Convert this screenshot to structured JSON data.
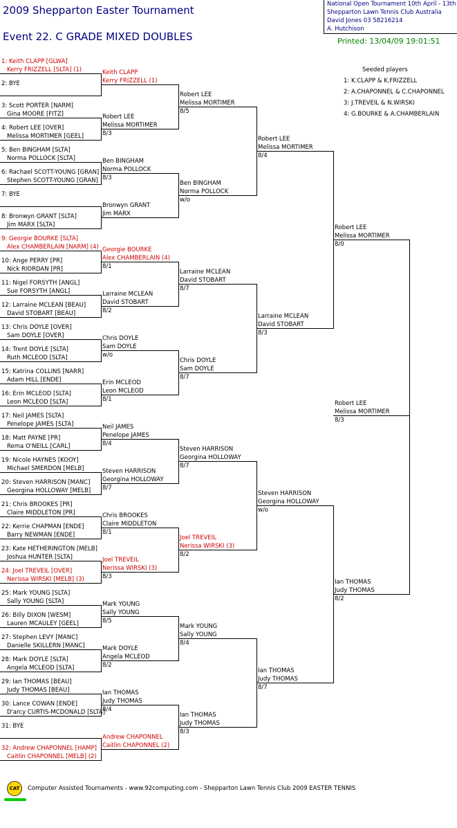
{
  "header": {
    "title": "2009 Shepparton Easter Tournament",
    "event": "Event 22. C GRADE MIXED DOUBLES",
    "info1": "National Open Tournament   10th April - 13th",
    "info2": "Shepparton Lawn Tennis Club    Australia",
    "info3": "David Jones    03 58216214",
    "info4": "A. Hutchison",
    "printed": "Printed: 13/04/09 19:01:51"
  },
  "seeds": {
    "title": "Seeded players",
    "items": [
      "1: K.CLAPP & K.FRIZZELL",
      "2: A.CHAPONNEL & C.CHAPONNEL",
      "3: J.TREVEIL & N.WIRSKI",
      "4: G.BOURKE & A.CHAMBERLAIN"
    ]
  },
  "footer": {
    "logo": "CAT",
    "text": "Computer Assisted Tournaments - www.92computing.com -   Shepparton Lawn Tennis Club         2009 EASTER TENNIS"
  },
  "r1": [
    {
      "a": "1: Keith CLAPP [GLWA]",
      "b": "Kerry FRIZZELL [SLTA] (1)",
      "red": true
    },
    {
      "a": "2: BYE",
      "b": ""
    },
    {
      "a": "3: Scott PORTER [NARM]",
      "b": "Gina MOORE [FITZ]"
    },
    {
      "a": "4: Robert LEE [OVER]",
      "b": "Melissa MORTIMER [GEEL]"
    },
    {
      "a": "5: Ben BINGHAM [SLTA]",
      "b": "Norma POLLOCK [SLTA]"
    },
    {
      "a": "6: Rachael SCOTT-YOUNG [GRAN]",
      "b": "Stephen SCOTT-YOUNG [GRAN]"
    },
    {
      "a": "7: BYE",
      "b": ""
    },
    {
      "a": "8: Bronwyn GRANT [SLTA]",
      "b": "Jim MARX [SLTA]"
    },
    {
      "a": "9: Georgie BOURKE [SLTA]",
      "b": "Alex CHAMBERLAIN [NARM] (4)",
      "red": true
    },
    {
      "a": "10: Ange PERRY [PR]",
      "b": "Nick RIORDAN [PR]"
    },
    {
      "a": "11: Nigel FORSYTH [ANGL]",
      "b": "Sue FORSYTH [ANGL]"
    },
    {
      "a": "12: Larraine MCLEAN [BEAU]",
      "b": "David STOBART [BEAU]"
    },
    {
      "a": "13: Chris DOYLE [OVER]",
      "b": "Sam DOYLE [OVER]"
    },
    {
      "a": "14: Trent DOYLE [SLTA]",
      "b": "Ruth MCLEOD [SLTA]"
    },
    {
      "a": "15: Katrina COLLINS [NARR]",
      "b": "Adam HILL [ENDE]"
    },
    {
      "a": "16: Erin MCLEOD [SLTA]",
      "b": "Leon MCLEOD [SLTA]"
    },
    {
      "a": "17: Neil JAMES [SLTA]",
      "b": "Penelope JAMES [SLTA]"
    },
    {
      "a": "18: Matt PAYNE [PR]",
      "b": "Rema O'NEILL [CARL]"
    },
    {
      "a": "19: Nicole HAYNES [KOOY]",
      "b": "Michael SMERDON [MELB]"
    },
    {
      "a": "20: Steven HARRISON [MANC]",
      "b": "Georgina HOLLOWAY [MELB]"
    },
    {
      "a": "21: Chris BROOKES [PR]",
      "b": "Claire MIDDLETON [PR]"
    },
    {
      "a": "22: Kerrie CHAPMAN [ENDE]",
      "b": "Barry NEWMAN [ENDE]"
    },
    {
      "a": "23: Kate HETHERINGTON [MELB]",
      "b": "Joshua HUNTER [SLTA]"
    },
    {
      "a": "24: Joel TREVEIL [OVER]",
      "b": "Nerissa WIRSKI [MELB] (3)",
      "red": true
    },
    {
      "a": "25: Mark YOUNG [SLTA]",
      "b": "Sally YOUNG [SLTA]"
    },
    {
      "a": "26: Billy DIXON [WESM]",
      "b": "Lauren MCAULEY [GEEL]"
    },
    {
      "a": "27: Stephen LEVY [MANC]",
      "b": "Danielle SKILLERN [MANC]"
    },
    {
      "a": "28: Mark DOYLE [SLTA]",
      "b": "Angela MCLEOD [SLTA]"
    },
    {
      "a": "29: Ian THOMAS [BEAU]",
      "b": "Judy THOMAS [BEAU]"
    },
    {
      "a": "30: Lance COWAN [ENDE]",
      "b": "D'arcy CURTIS-MCDONALD [SLTA]"
    },
    {
      "a": "31: BYE",
      "b": ""
    },
    {
      "a": "32: Andrew CHAPONNEL [HAMP]",
      "b": "Caitlin CHAPONNEL [MELB] (2)",
      "red": true
    }
  ],
  "r2": [
    {
      "a": "Keith CLAPP",
      "b": "Kerry FRIZZELL (1)",
      "s": "",
      "red": true
    },
    {
      "a": "Robert LEE",
      "b": "Melissa MORTIMER",
      "s": "8/3"
    },
    {
      "a": "Ben BINGHAM",
      "b": "Norma POLLOCK",
      "s": "8/3"
    },
    {
      "a": "Bronwyn GRANT",
      "b": "Jim MARX",
      "s": ""
    },
    {
      "a": "Georgie BOURKE",
      "b": "Alex CHAMBERLAIN (4)",
      "s": "8/1",
      "red": true
    },
    {
      "a": "Larraine MCLEAN",
      "b": "David STOBART",
      "s": "8/2"
    },
    {
      "a": "Chris DOYLE",
      "b": "Sam DOYLE",
      "s": "w/o"
    },
    {
      "a": "Erin MCLEOD",
      "b": "Leon MCLEOD",
      "s": "8/1"
    },
    {
      "a": "Neil JAMES",
      "b": "Penelope JAMES",
      "s": "8/4"
    },
    {
      "a": "Steven HARRISON",
      "b": "Georgina HOLLOWAY",
      "s": "8/7"
    },
    {
      "a": "Chris BROOKES",
      "b": "Claire MIDDLETON",
      "s": "8/1"
    },
    {
      "a": "Joel TREVEIL",
      "b": "Nerissa WIRSKI (3)",
      "s": "8/3",
      "red": true
    },
    {
      "a": "Mark YOUNG",
      "b": "Sally YOUNG",
      "s": "8/5"
    },
    {
      "a": "Mark DOYLE",
      "b": "Angela MCLEOD",
      "s": "8/2"
    },
    {
      "a": "Ian THOMAS",
      "b": "Judy THOMAS",
      "s": "8/4"
    },
    {
      "a": "Andrew CHAPONNEL",
      "b": "Caitlin CHAPONNEL (2)",
      "s": "",
      "red": true
    }
  ],
  "r3": [
    {
      "a": "Robert LEE",
      "b": "Melissa MORTIMER",
      "s": "8/5"
    },
    {
      "a": "Ben BINGHAM",
      "b": "Norma POLLOCK",
      "s": "w/o"
    },
    {
      "a": "Larraine MCLEAN",
      "b": "David STOBART",
      "s": "8/7"
    },
    {
      "a": "Chris DOYLE",
      "b": "Sam DOYLE",
      "s": "8/7"
    },
    {
      "a": "Steven HARRISON",
      "b": "Georgina HOLLOWAY",
      "s": "8/7"
    },
    {
      "a": "Joel TREVEIL",
      "b": "Nerissa WIRSKI (3)",
      "s": "8/2",
      "red": true
    },
    {
      "a": "Mark YOUNG",
      "b": "Sally YOUNG",
      "s": "8/4"
    },
    {
      "a": "Ian THOMAS",
      "b": "Judy THOMAS",
      "s": "8/3"
    }
  ],
  "r4": [
    {
      "a": "Robert LEE",
      "b": "Melissa MORTIMER",
      "s": "8/4"
    },
    {
      "a": "Larraine MCLEAN",
      "b": "David STOBART",
      "s": "8/3"
    },
    {
      "a": "Steven HARRISON",
      "b": "Georgina HOLLOWAY",
      "s": "w/o"
    },
    {
      "a": "Ian THOMAS",
      "b": "Judy THOMAS",
      "s": "8/7"
    }
  ],
  "r5": [
    {
      "a": "Robert LEE",
      "b": "Melissa MORTIMER",
      "s": "8/0"
    },
    {
      "a": "Ian THOMAS",
      "b": "Judy THOMAS",
      "s": "8/2"
    }
  ],
  "r6": [
    {
      "a": "Robert LEE",
      "b": "Melissa MORTIMER",
      "s": "8/3"
    }
  ]
}
